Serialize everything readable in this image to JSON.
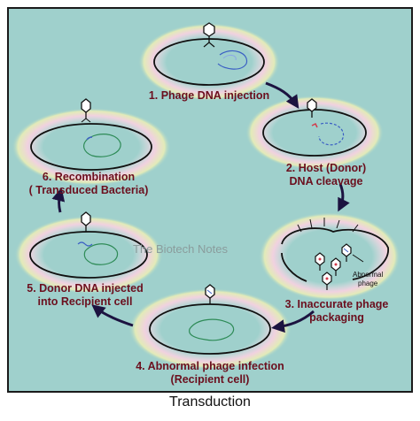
{
  "title": "Transduction",
  "watermark": "The Biotech Notes",
  "steps": [
    {
      "line1": "1. Phage DNA injection",
      "line2": ""
    },
    {
      "line1": "2. Host (Donor)",
      "line2": "DNA cleavage"
    },
    {
      "line1": "3. Inaccurate phage",
      "line2": "packaging"
    },
    {
      "line1": "4. Abnormal phage infection",
      "line2": "(Recipient cell)"
    },
    {
      "line1": "5. Donor DNA injected",
      "line2": "into Recipient cell"
    },
    {
      "line1": "6. Recombination",
      "line2": "( Transduced Bacteria)"
    }
  ],
  "annotation": {
    "line1": "Abnormal",
    "line2": "phage"
  },
  "colors": {
    "background": "#9fd0cc",
    "label": "#6b0f1e",
    "arrow": "#1c1340",
    "dna_green": "#2e8b57",
    "dna_blue": "#3b5fc4",
    "donor_red": "#d33a4a"
  }
}
